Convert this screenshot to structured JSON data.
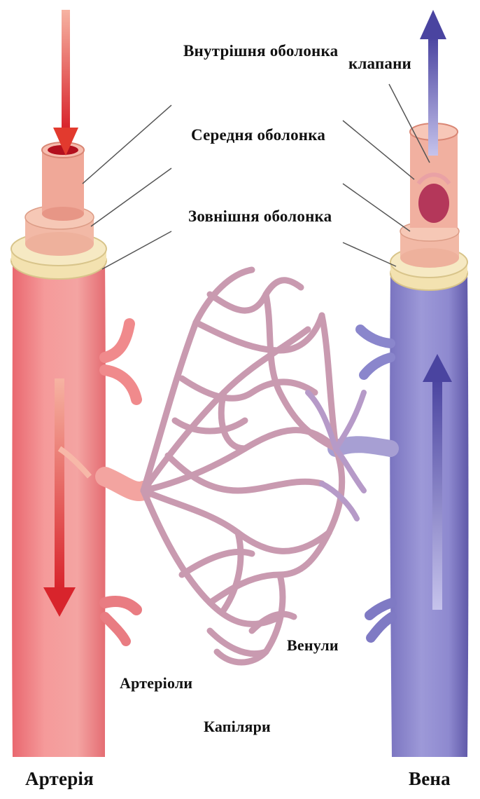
{
  "labels": {
    "inner_layer": "Внутрішня оболонка",
    "middle_layer": "Середня оболонка",
    "outer_layer": "Зовнішня оболонка",
    "valves": "клапани",
    "arterioles": "Артеріоли",
    "venules": "Венули",
    "capillaries": "Капіляри",
    "artery": "Артерія",
    "vein": "Вена"
  },
  "colors": {
    "artery": "#f08a8c",
    "artery_dark": "#e0606a",
    "vein": "#8a86cc",
    "vein_dark": "#6a63b0",
    "capillary": "#c99ab0",
    "outer_sheath": "#f3e2b0",
    "tissue": "#f2b9a6"
  }
}
